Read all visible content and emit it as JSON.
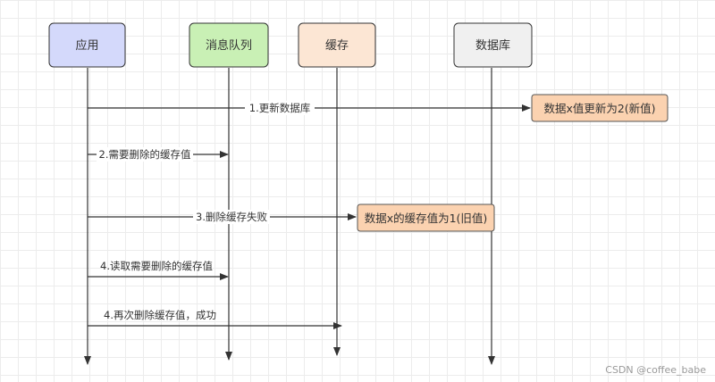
{
  "actors": [
    {
      "id": "app",
      "label": "应用",
      "fill": "#d4d9fb"
    },
    {
      "id": "mq",
      "label": "消息队列",
      "fill": "#c9f0b5"
    },
    {
      "id": "cache",
      "label": "缓存",
      "fill": "#fce6d4"
    },
    {
      "id": "db",
      "label": "数据库",
      "fill": "#f0f0f0"
    }
  ],
  "messages": [
    {
      "label": "1.更新数据库"
    },
    {
      "label": "2.需要删除的缓存值"
    },
    {
      "label": "3.删除缓存失败"
    },
    {
      "label": "4.读取需要删除的缓存值"
    },
    {
      "label": "4.再次删除缓存值，成功"
    }
  ],
  "notes": [
    {
      "label": "数据x值更新为2(新值)",
      "fill": "#fbd2b0"
    },
    {
      "label": "数据x的缓存值为1(旧值)",
      "fill": "#fbd2b0"
    }
  ],
  "watermark": "CSDN @coffee_babe",
  "colors": {
    "line": "#333333",
    "border": "#333333",
    "note_border": "#555555"
  }
}
